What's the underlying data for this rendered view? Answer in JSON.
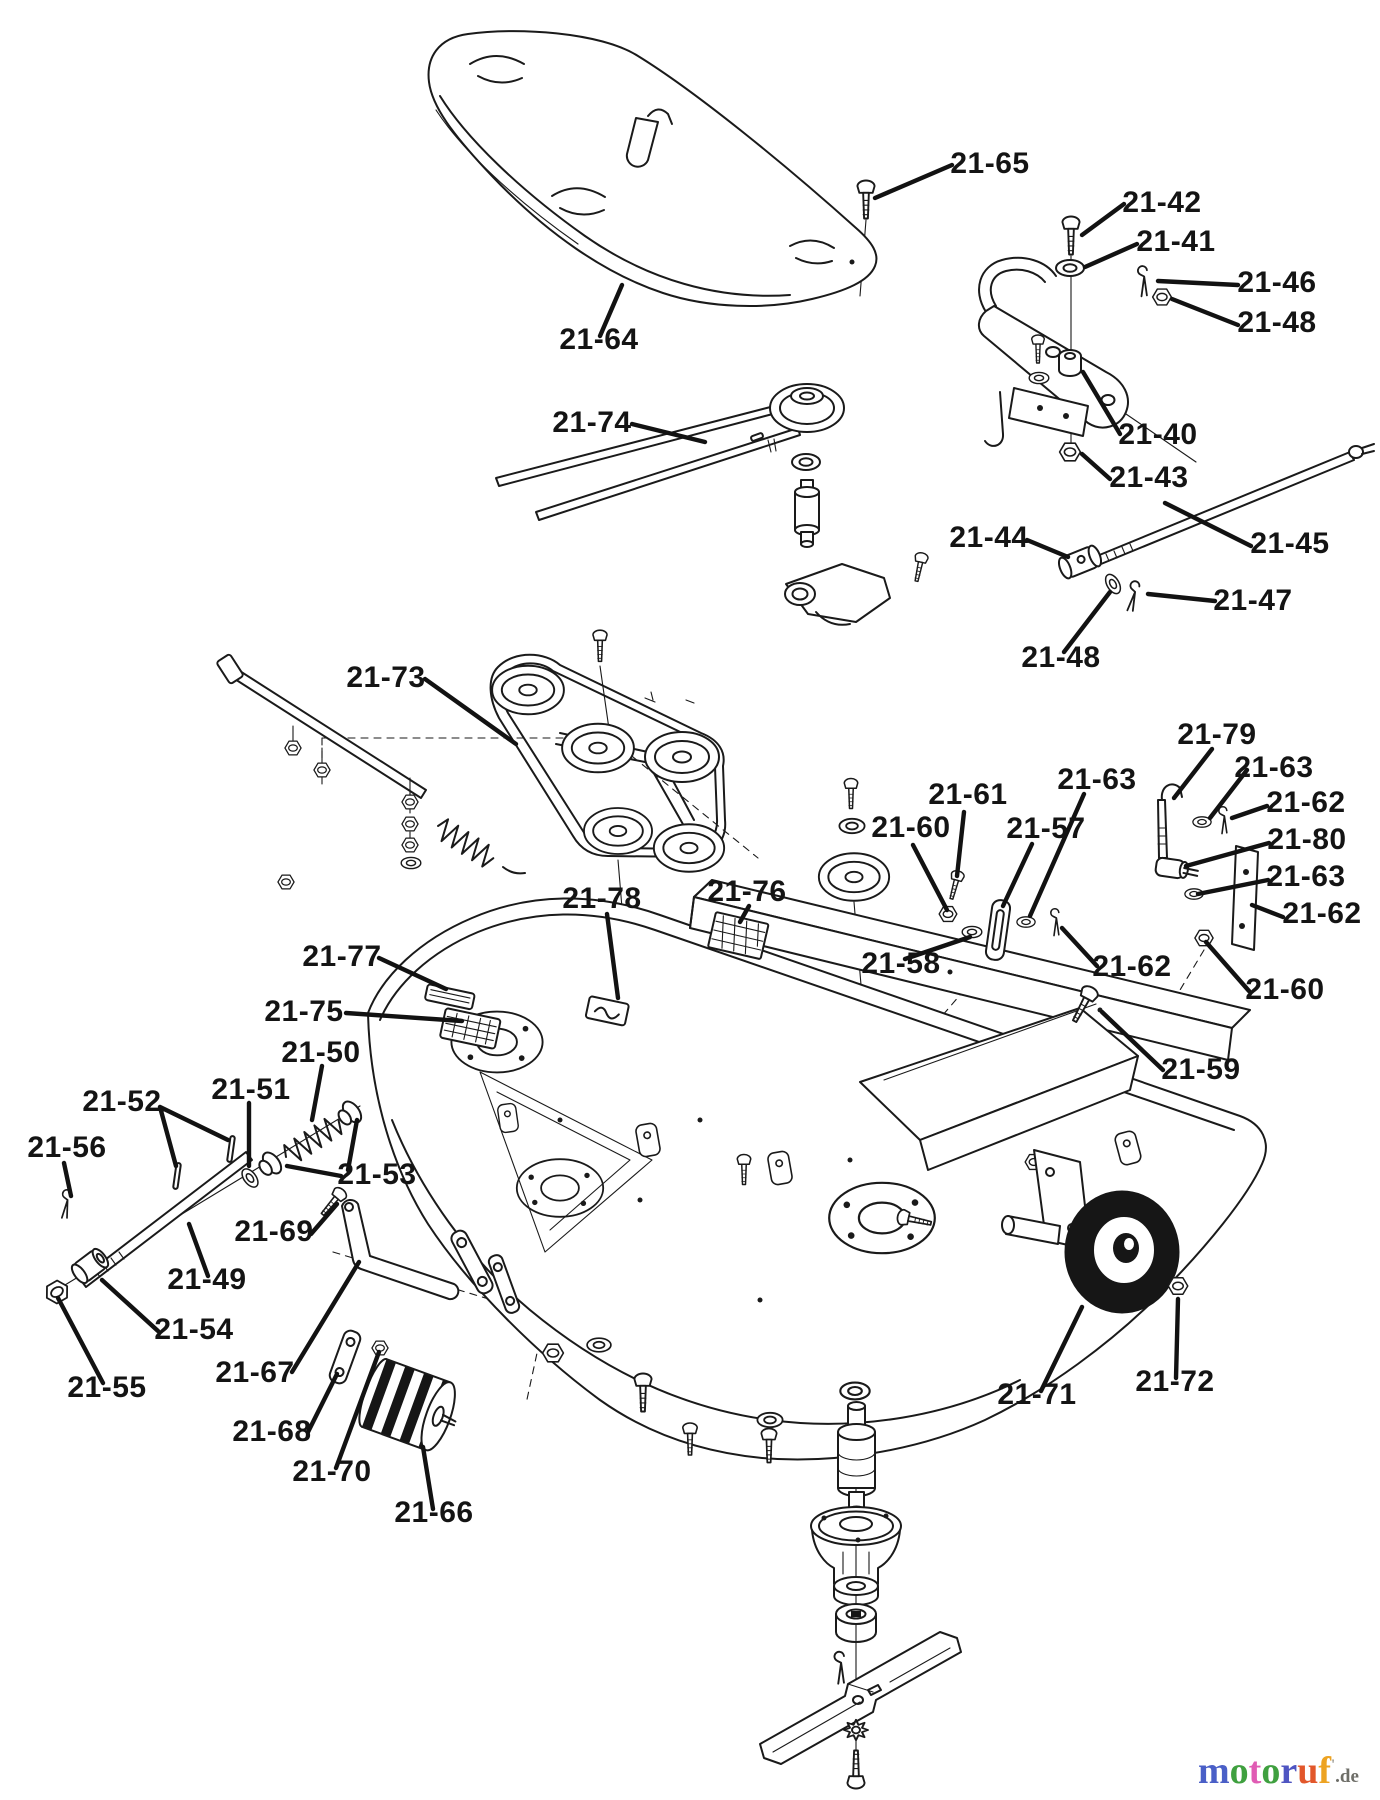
{
  "page": {
    "background": "#ffffff",
    "line_color": "#1a1a1a",
    "label_color": "#141414",
    "description_of_content": "Exploded parts diagram of a rotary mower deck with belt, pulleys, gauge wheel, roller and blade spindle"
  },
  "labels": [
    "21-65",
    "21-42",
    "21-41",
    "21-46",
    "21-48",
    "21-64",
    "21-74",
    "21-40",
    "21-43",
    "21-44",
    "21-45",
    "21-47",
    "21-48",
    "21-73",
    "21-79",
    "21-63",
    "21-62",
    "21-61",
    "21-60",
    "21-57",
    "21-63",
    "21-80",
    "21-63",
    "21-62",
    "21-58",
    "21-62",
    "21-60",
    "21-76",
    "21-78",
    "21-77",
    "21-75",
    "21-50",
    "21-51",
    "21-52",
    "21-56",
    "21-53",
    "21-69",
    "21-49",
    "21-54",
    "21-55",
    "21-67",
    "21-68",
    "21-70",
    "21-66",
    "21-59",
    "21-71",
    "21-72"
  ],
  "watermark": {
    "letters": [
      {
        "ch": "m",
        "color": "#4a5fc7"
      },
      {
        "ch": "o",
        "color": "#3fa03f"
      },
      {
        "ch": "t",
        "color": "#e05cb4"
      },
      {
        "ch": "o",
        "color": "#3fa03f"
      },
      {
        "ch": "r",
        "color": "#4f55c2"
      },
      {
        "ch": "u",
        "color": "#e2572b"
      },
      {
        "ch": "f",
        "color": "#eda322"
      }
    ],
    "tick": "'",
    "tick_color": "#9a9a94",
    "suffix": ".de",
    "suffix_color": "#6e6e68"
  }
}
